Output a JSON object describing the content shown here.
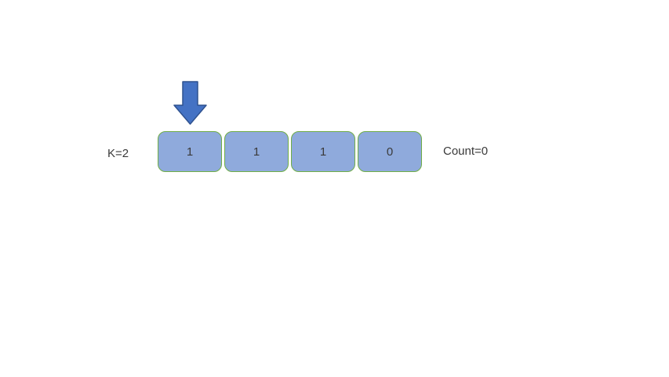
{
  "labels": {
    "k": "K=2",
    "count": "Count=0"
  },
  "array": {
    "cells": [
      "1",
      "1",
      "1",
      "0"
    ]
  },
  "pointer": {
    "icon": "down-arrow-icon",
    "target_index": 0
  },
  "colors": {
    "background": "#ffffff",
    "cell_fill": "#8faadc",
    "cell_border": "#70ad47",
    "arrow_fill": "#4472c4",
    "arrow_border": "#2f528f",
    "text": "#3a3a3a"
  }
}
